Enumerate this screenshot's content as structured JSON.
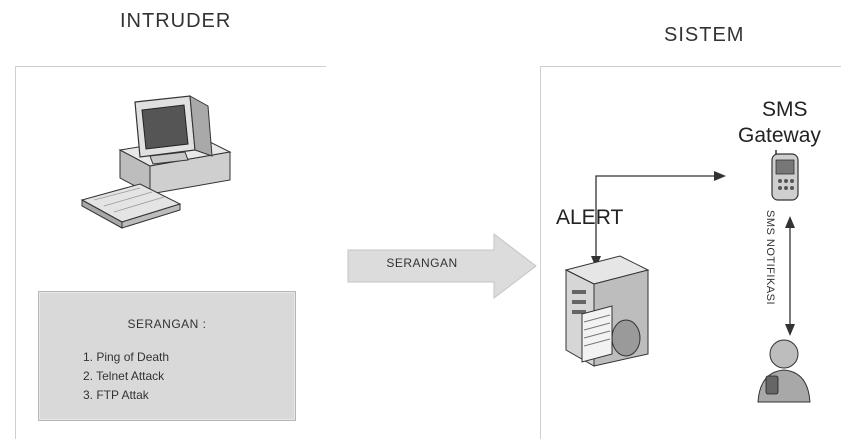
{
  "intruder": {
    "heading": "INTRUDER",
    "attack_box": {
      "title": "SERANGAN :",
      "items": [
        "1. Ping of Death",
        "2. Telnet Attack",
        "3. FTP Attak"
      ]
    }
  },
  "arrow": {
    "label": "SERANGAN"
  },
  "sistem": {
    "heading": "SISTEM",
    "alert_label": "ALERT",
    "gateway_label_line1": "SMS",
    "gateway_label_line2": "Gateway",
    "notification_label": "SMS NOTIFIKASI"
  }
}
